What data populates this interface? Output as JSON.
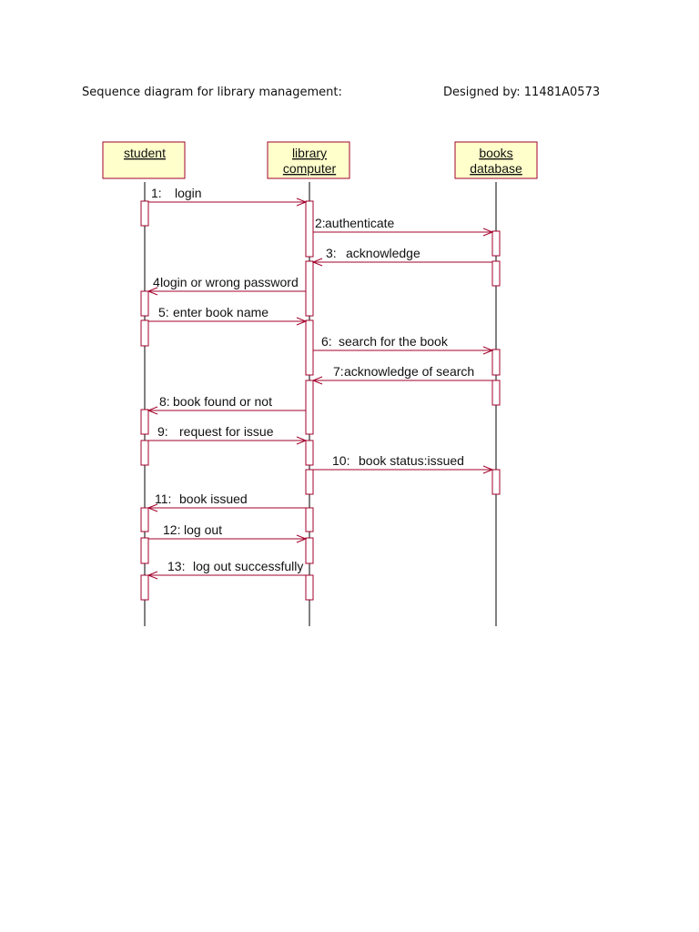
{
  "header": {
    "title": "Sequence diagram for library management:",
    "designer": "Designed by: 11481A0573"
  },
  "colors": {
    "box_fill": "#ffffcc",
    "box_border": "#a3002b",
    "line": "#a3002b",
    "lifeline": "#000000"
  },
  "lifelines": [
    {
      "id": "student",
      "lines": [
        "student"
      ]
    },
    {
      "id": "library-computer",
      "lines": [
        "library",
        "computer"
      ]
    },
    {
      "id": "books-database",
      "lines": [
        "books",
        "database"
      ]
    }
  ],
  "messages": [
    {
      "num": "1:",
      "text": "login",
      "from": "student",
      "to": "library-computer"
    },
    {
      "num": "2:",
      "text": "authenticate",
      "from": "library-computer",
      "to": "books-database"
    },
    {
      "num": "3:",
      "text": "acknowledge",
      "from": "books-database",
      "to": "library-computer"
    },
    {
      "num": "4:",
      "text": "login or wrong password",
      "from": "library-computer",
      "to": "student"
    },
    {
      "num": "5:",
      "text": "enter book name",
      "from": "student",
      "to": "library-computer"
    },
    {
      "num": "6:",
      "text": "search for the book",
      "from": "library-computer",
      "to": "books-database"
    },
    {
      "num": "7:",
      "text": "acknowledge of search",
      "from": "books-database",
      "to": "library-computer"
    },
    {
      "num": "8:",
      "text": "book found or not",
      "from": "library-computer",
      "to": "student"
    },
    {
      "num": "9:",
      "text": "request for issue",
      "from": "student",
      "to": "library-computer"
    },
    {
      "num": "10:",
      "text": "book status:issued",
      "from": "library-computer",
      "to": "books-database"
    },
    {
      "num": "11:",
      "text": "book issued",
      "from": "library-computer",
      "to": "student"
    },
    {
      "num": "12:",
      "text": "log out",
      "from": "student",
      "to": "library-computer"
    },
    {
      "num": "13:",
      "text": "log out successfully",
      "from": "library-computer",
      "to": "student"
    }
  ]
}
